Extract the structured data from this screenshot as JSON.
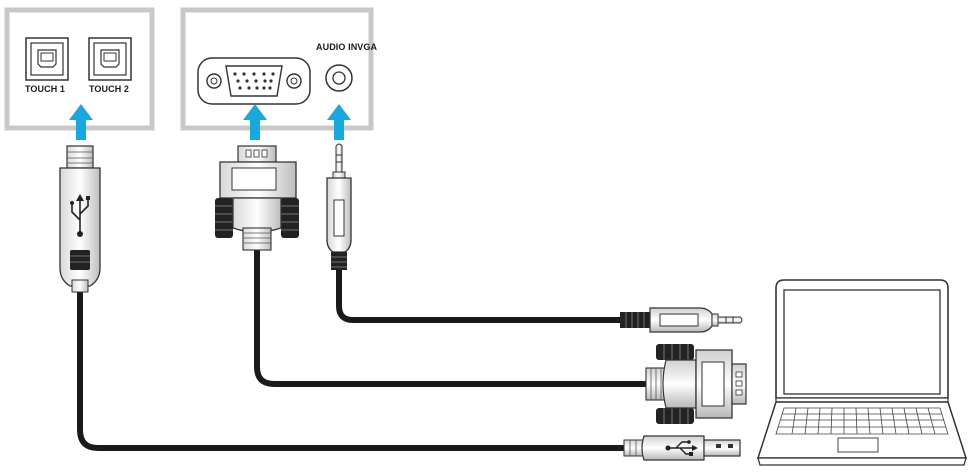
{
  "labels": {
    "touch1": "TOUCH 1",
    "touch2": "TOUCH 2",
    "audio_in_vga": "AUDIO INVGA"
  },
  "ports": [
    {
      "id": "touch-1",
      "type": "usb-b"
    },
    {
      "id": "touch-2",
      "type": "usb-b"
    },
    {
      "id": "vga-in",
      "type": "vga-d-sub"
    },
    {
      "id": "audio-in",
      "type": "3.5mm-jack"
    }
  ],
  "connections": [
    {
      "from": "laptop-usb-a",
      "to": "touch-1",
      "cable": "usb-a-to-usb-b"
    },
    {
      "from": "laptop-vga",
      "to": "vga-in",
      "cable": "vga"
    },
    {
      "from": "laptop-audio",
      "to": "audio-in",
      "cable": "3.5mm-audio"
    }
  ],
  "colors": {
    "arrow": "#18a8e0",
    "panel_border": "#c8c8c8",
    "cable": "#1a1a1a",
    "line": "#333333"
  }
}
